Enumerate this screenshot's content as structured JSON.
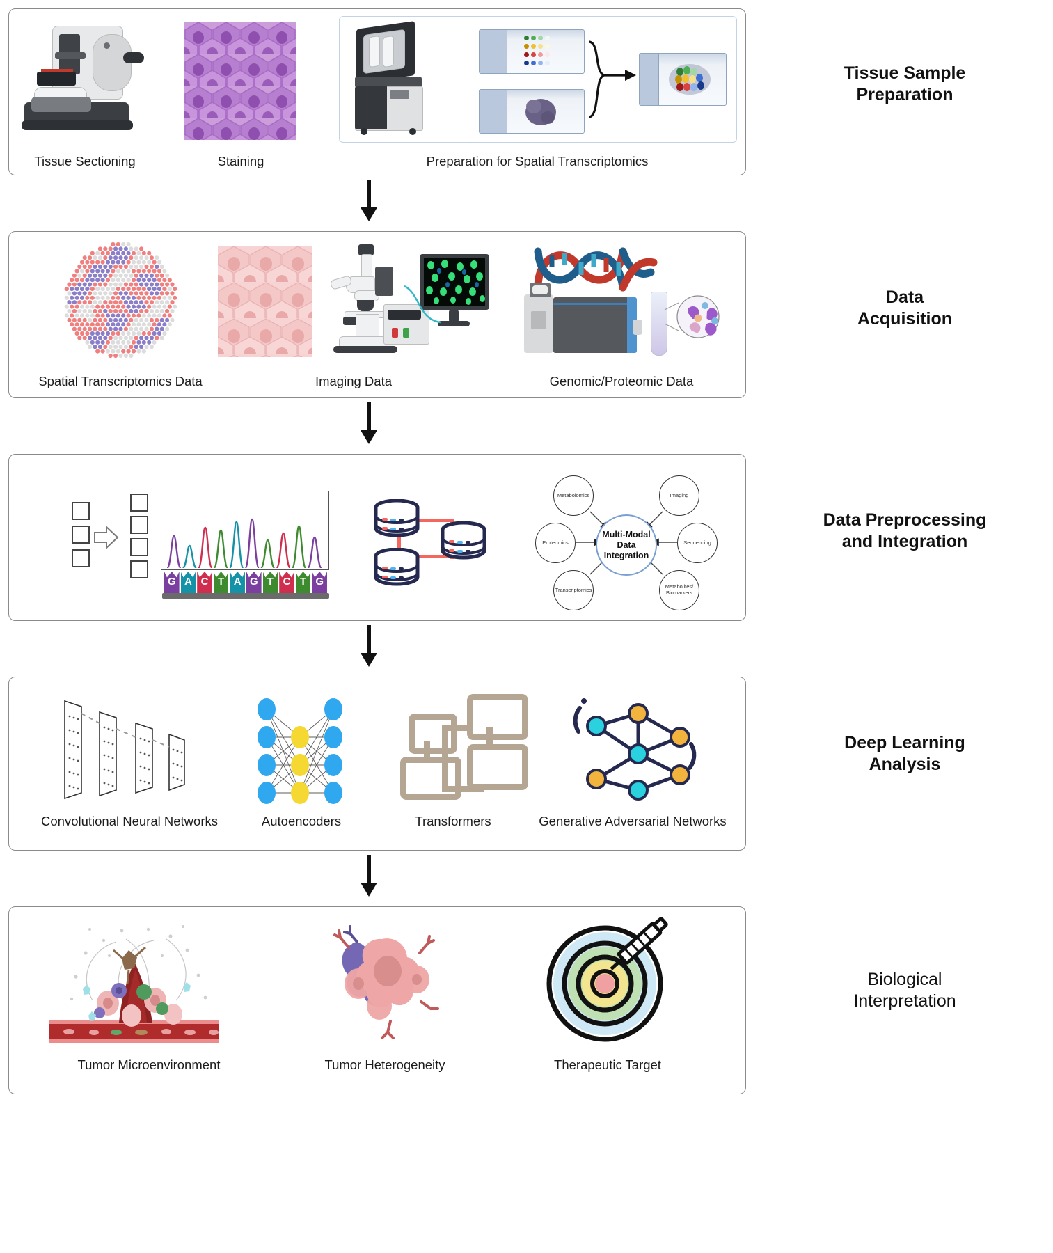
{
  "figure": {
    "type": "workflow-diagram",
    "title": "Spatial transcriptomics and deep learning workflow",
    "orientation": "top-to-bottom",
    "arrow_count": 4
  },
  "stages": [
    {
      "id": "tissue-sample-preparation",
      "label": "Tissue Sample\nPreparation",
      "label_line1": "Tissue Sample",
      "label_line2": "Preparation",
      "items": [
        {
          "caption": "Tissue Sectioning",
          "icon": "microtome-icon"
        },
        {
          "caption": "Staining",
          "icon": "stained-tissue-icon"
        },
        {
          "caption": "Preparation for Spatial Transcriptomics",
          "icon": "spatial-prep-icon"
        }
      ]
    },
    {
      "id": "data-acquisition",
      "label": "Data\nAcquisition",
      "label_line1": "Data",
      "label_line2": "Acquisition",
      "items": [
        {
          "caption": "Spatial Transcriptomics Data",
          "icon": "spot-array-icon"
        },
        {
          "caption": "Imaging Data",
          "icon": "microscope-icon"
        },
        {
          "caption": "Genomic/Proteomic Data",
          "icon": "dna-sequencer-icon"
        }
      ]
    },
    {
      "id": "data-preprocessing-and-integration",
      "label": "Data Preprocessing\nand Integration",
      "label_line1": "Data Preprocessing",
      "label_line2": "and Integration",
      "items": [
        {
          "caption": "",
          "icon": "chromatogram-icon"
        },
        {
          "caption": "",
          "icon": "database-network-icon"
        },
        {
          "caption": "",
          "icon": "multimodal-hub-icon"
        }
      ]
    },
    {
      "id": "deep-learning-analysis",
      "label": "Deep Learning\nAnalysis",
      "label_line1": "Deep Learning",
      "label_line2": "Analysis",
      "items": [
        {
          "caption": "Convolutional Neural Networks",
          "icon": "cnn-layers-icon"
        },
        {
          "caption": "Autoencoders",
          "icon": "autoencoder-icon"
        },
        {
          "caption": "Transformers",
          "icon": "transformer-blocks-icon"
        },
        {
          "caption": "Generative Adversarial Networks",
          "icon": "gan-network-icon"
        }
      ]
    },
    {
      "id": "biological-interpretation",
      "label": "Biological\nInterpretation",
      "label_line1": "Biological",
      "label_line2": "Interpretation",
      "items": [
        {
          "caption": "Tumor Microenvironment",
          "icon": "tumor-microenvironment-icon"
        },
        {
          "caption": "Tumor Heterogeneity",
          "icon": "tumor-heterogeneity-icon"
        },
        {
          "caption": "Therapeutic Target",
          "icon": "therapeutic-target-icon"
        }
      ]
    }
  ],
  "chromatogram": {
    "sequence": [
      "G",
      "A",
      "C",
      "T",
      "A",
      "G",
      "T",
      "C",
      "T",
      "G"
    ],
    "base_colors": {
      "G": "#7b3fa0",
      "A": "#1492a8",
      "C": "#cf2e4e",
      "T": "#3d8b2e"
    },
    "peak_colors": [
      "#7b3fa0",
      "#1492a8",
      "#cf2e4e",
      "#3d8b2e",
      "#1492a8",
      "#7b3fa0",
      "#3d8b2e",
      "#cf2e4e",
      "#3d8b2e",
      "#7b3fa0"
    ],
    "peak_heights": [
      46,
      32,
      58,
      54,
      66,
      70,
      40,
      50,
      60,
      44
    ]
  },
  "multimodal_hub": {
    "center": "Multi-Modal\nData\nIntegration",
    "center_lines": [
      "Multi-Modal",
      "Data",
      "Integration"
    ],
    "nodes": [
      {
        "label": "Metabolomics",
        "position": "top-left"
      },
      {
        "label": "Imaging",
        "position": "top-right"
      },
      {
        "label": "Proteomics",
        "position": "left"
      },
      {
        "label": "Sequencing",
        "position": "right"
      },
      {
        "label": "Transcriptomics",
        "position": "bottom-left"
      },
      {
        "label": "Metabolites/\nBiomarkers",
        "position": "bottom-right"
      }
    ],
    "accent_color": "#7a9fd4"
  },
  "colors": {
    "panel_border": "#8a8a8a",
    "text": "#1a1a1a",
    "stain_purple": "#b070c0",
    "spot_red": "#f08080",
    "spot_purple": "#8a7ec8",
    "spot_grey": "#dcdcdc",
    "dna_red": "#c0392b",
    "dna_blue": "#1f5d8b",
    "autoencoder_blue": "#2fa8f0",
    "autoencoder_yellow": "#f5d832",
    "transformer_tan": "#b5a694",
    "gan_navy": "#25294f",
    "gan_cyan": "#2ad2e0",
    "gan_orange": "#f2b43c",
    "tumor_pink": "#efa6a6",
    "tumor_purple": "#6f63ae",
    "database_link": "#f4675f"
  }
}
